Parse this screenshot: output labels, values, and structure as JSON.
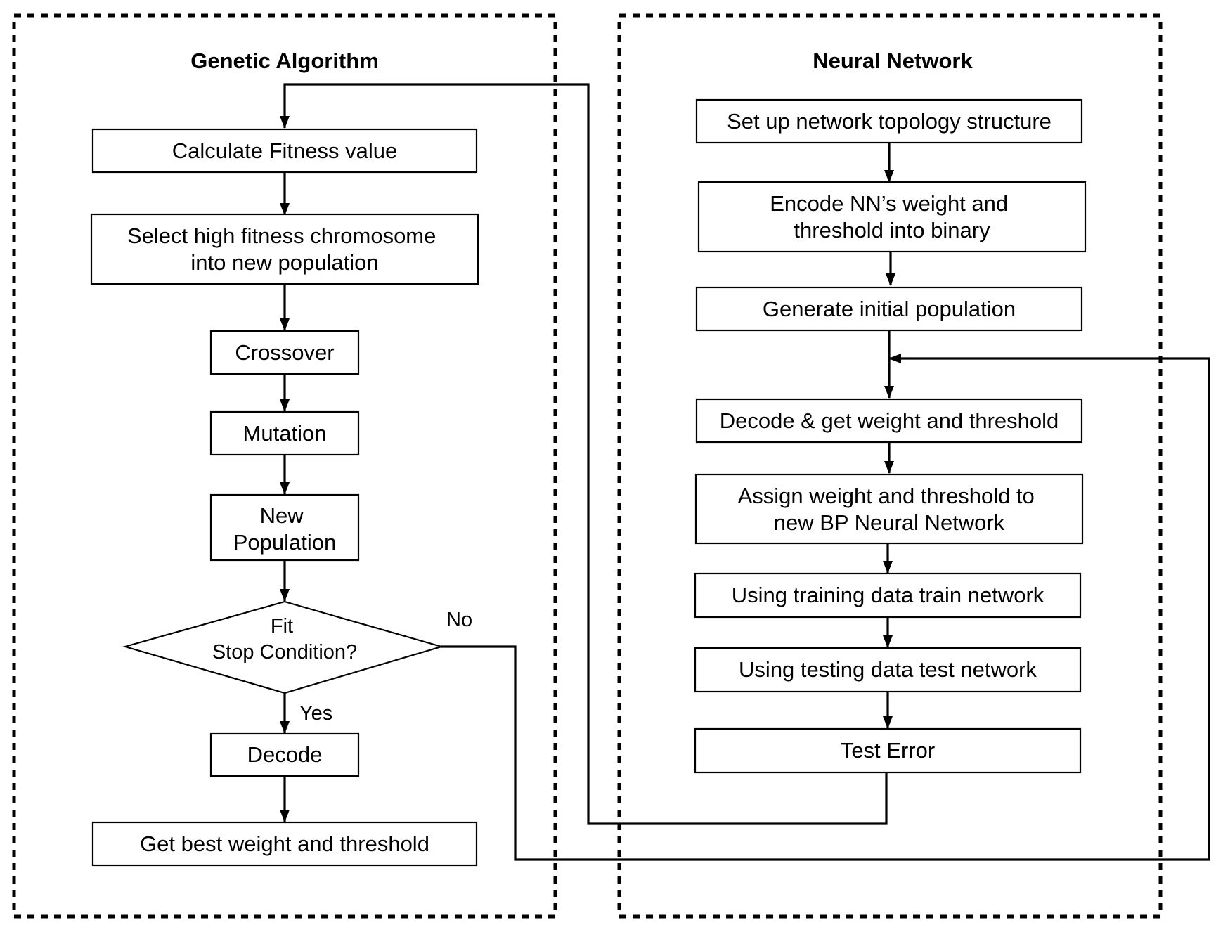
{
  "ga": {
    "title": "Genetic Algorithm",
    "steps": {
      "fitness": [
        "Calculate Fitness value"
      ],
      "select": [
        "Select high fitness chromosome",
        "into new population"
      ],
      "crossover": [
        "Crossover"
      ],
      "mutation": [
        "Mutation"
      ],
      "new_population": [
        "New",
        "Population"
      ],
      "decision": [
        "Fit",
        "Stop Condition?"
      ],
      "decode": [
        "Decode"
      ],
      "best": [
        "Get best weight and threshold"
      ]
    },
    "yes_label": "Yes",
    "no_label": "No"
  },
  "nn": {
    "title": "Neural Network",
    "steps": {
      "topology": [
        "Set up network topology structure"
      ],
      "encode": [
        "Encode NN’s weight and",
        "threshold into binary"
      ],
      "init_population": [
        "Generate initial population"
      ],
      "decode_weights": [
        "Decode & get weight and threshold"
      ],
      "assign": [
        "Assign weight and threshold to",
        "new BP Neural Network"
      ],
      "train": [
        "Using training data train network"
      ],
      "test": [
        "Using testing data test network"
      ],
      "error": [
        "Test Error"
      ]
    }
  }
}
